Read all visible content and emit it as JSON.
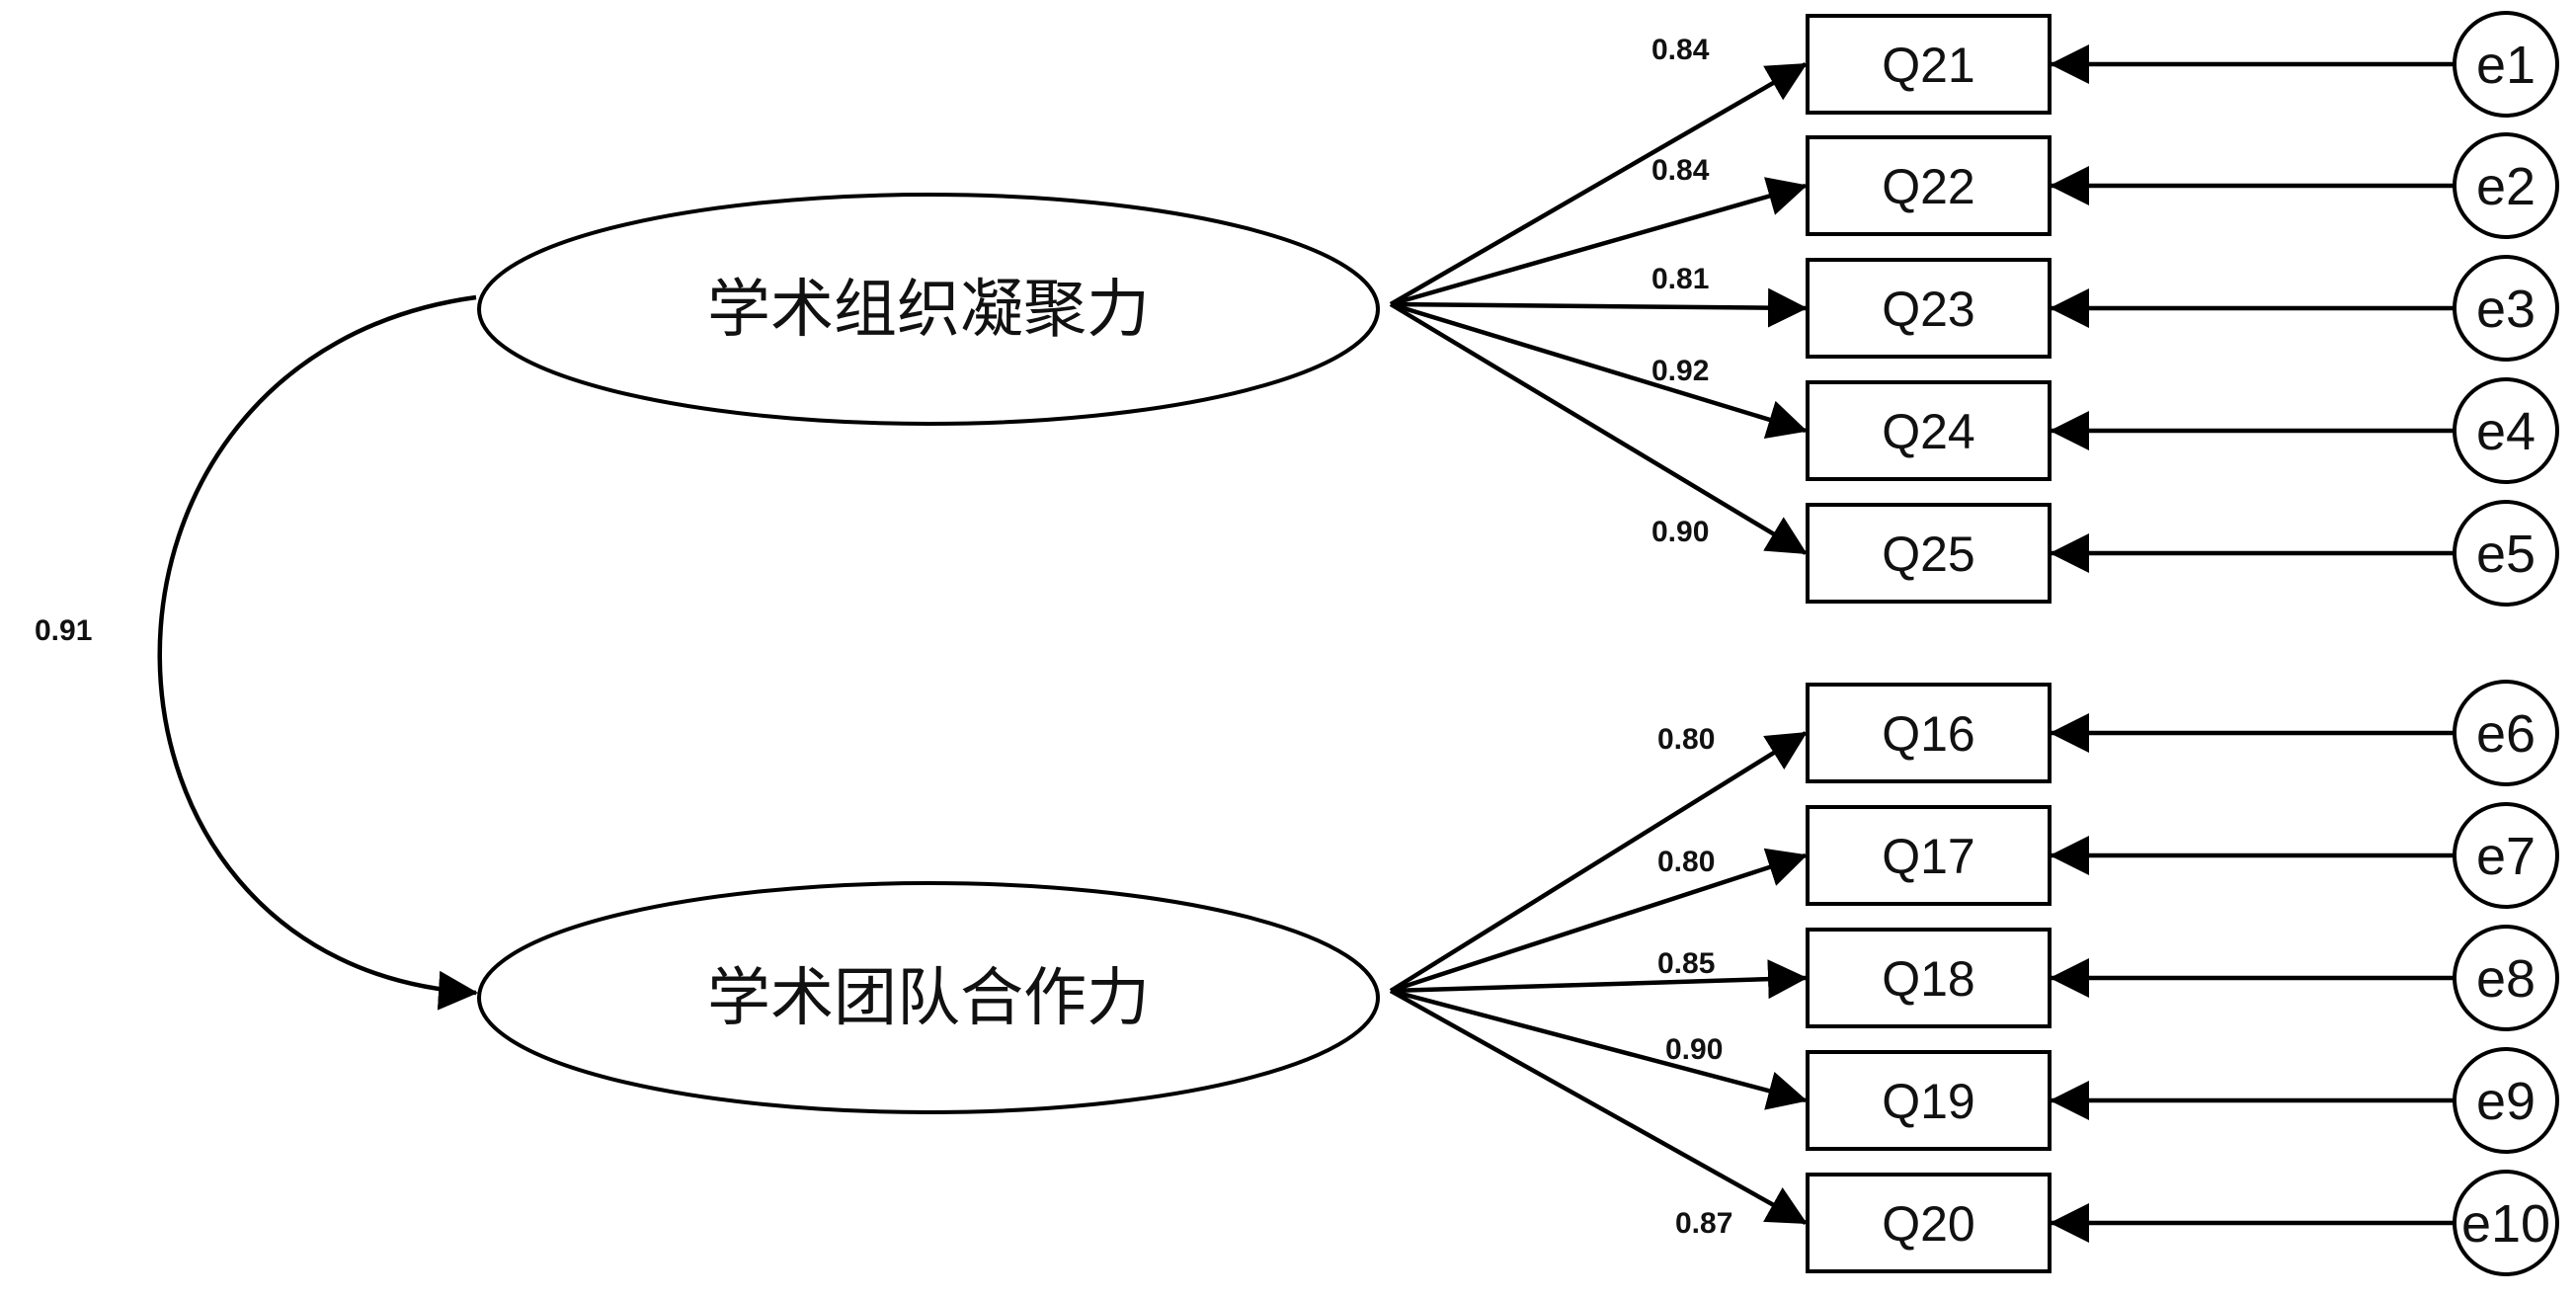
{
  "latents": [
    {
      "id": "F1",
      "label": "学术组织凝聚力"
    },
    {
      "id": "F2",
      "label": "学术团队合作力"
    }
  ],
  "correlation": {
    "from": "F1",
    "to": "F2",
    "value": "0.91"
  },
  "indicators": [
    {
      "label": "Q21",
      "loading": "0.84",
      "error": "e1",
      "factor": "F1"
    },
    {
      "label": "Q22",
      "loading": "0.84",
      "error": "e2",
      "factor": "F1"
    },
    {
      "label": "Q23",
      "loading": "0.81",
      "error": "e3",
      "factor": "F1"
    },
    {
      "label": "Q24",
      "loading": "0.92",
      "error": "e4",
      "factor": "F1"
    },
    {
      "label": "Q25",
      "loading": "0.90",
      "error": "e5",
      "factor": "F1"
    },
    {
      "label": "Q16",
      "loading": "0.80",
      "error": "e6",
      "factor": "F2"
    },
    {
      "label": "Q17",
      "loading": "0.80",
      "error": "e7",
      "factor": "F2"
    },
    {
      "label": "Q18",
      "loading": "0.85",
      "error": "e8",
      "factor": "F2"
    },
    {
      "label": "Q19",
      "loading": "0.90",
      "error": "e9",
      "factor": "F2"
    },
    {
      "label": "Q20",
      "loading": "0.87",
      "error": "e10",
      "factor": "F2"
    }
  ]
}
